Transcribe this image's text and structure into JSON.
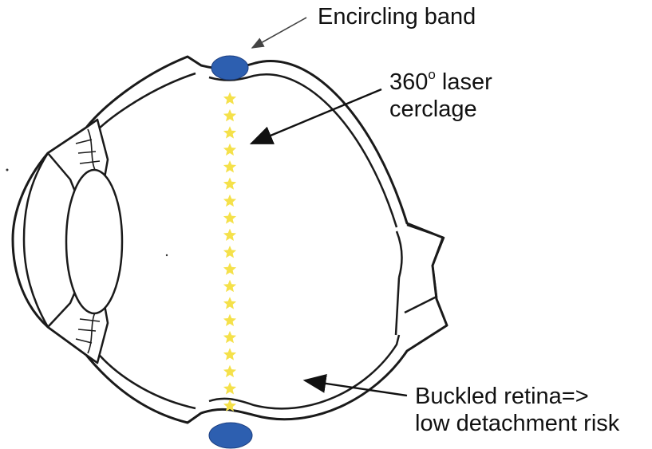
{
  "labels": {
    "encircling_band": "Encircling band",
    "laser_line1_number": "360",
    "laser_line1_degree": "o",
    "laser_line1_rest": " laser",
    "laser_line2": "cerclage",
    "retina_line1": "Buckled retina=>",
    "retina_line2": "low detachment risk"
  },
  "colors": {
    "band": "#2d5fb0",
    "laser_stars": "#f5e14a",
    "outline": "#1a1a1a"
  },
  "laser_star_count": 19
}
